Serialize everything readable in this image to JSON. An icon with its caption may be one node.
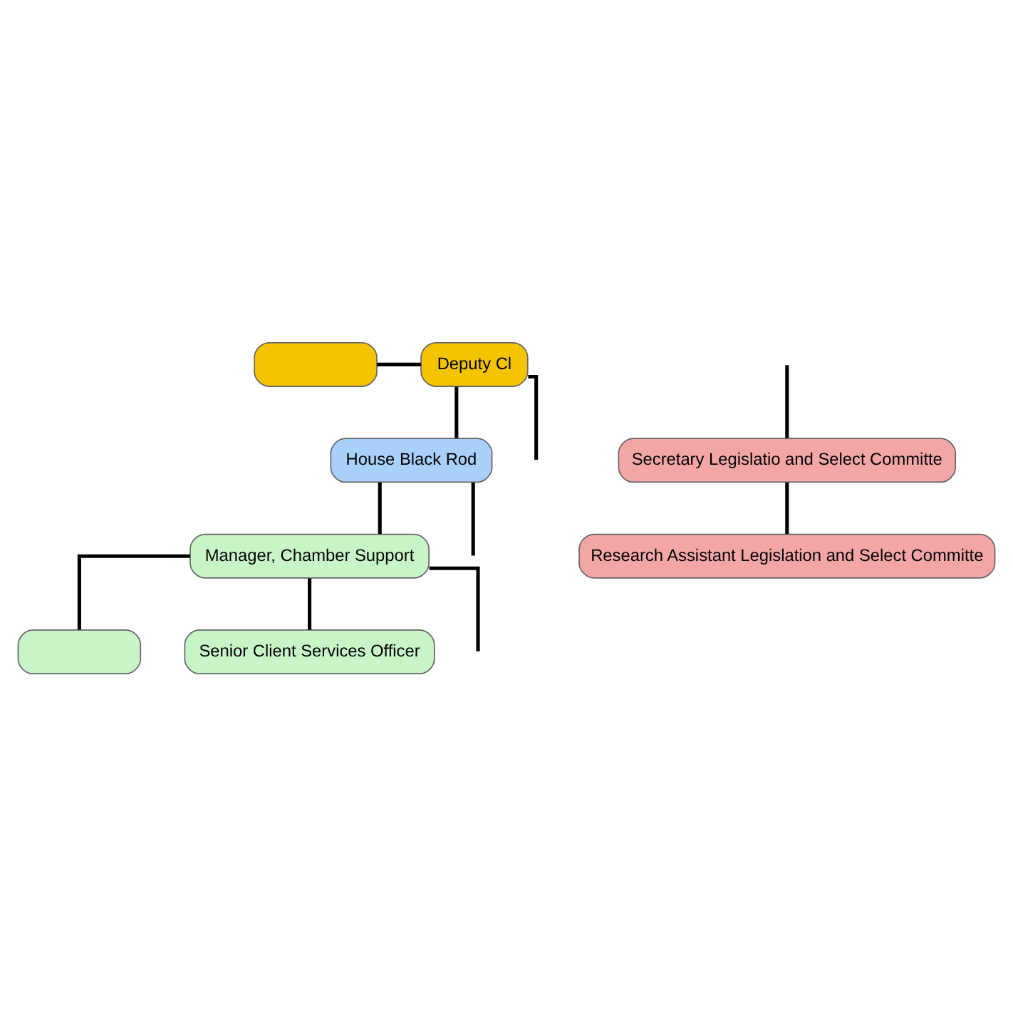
{
  "diagram": {
    "nodes": [
      {
        "text": [],
        "shape": "box"
      },
      {
        "text": [
          "Deputy Cl"
        ]
      },
      {
        "text": [
          "House Black Rod"
        ]
      },
      {
        "text": [
          "Secretary Legislatio and Select Committe"
        ]
      },
      {
        "text": [
          "Manager, Chamber Support"
        ]
      },
      {
        "text": [
          "Research Assistant Legislation and Select Committe"
        ]
      },
      {
        "text": [],
        "shape": "box"
      },
      {
        "text": [
          "Senior Client Services Officer"
        ]
      }
    ],
    "edges": [
      {
        "from": 0,
        "to": 1,
        "arrow": "none"
      },
      {
        "from": 1,
        "to": 2,
        "arrow": "none"
      },
      {
        "from": 1,
        "to": null,
        "arrow": "none"
      },
      {
        "from": null,
        "to": 3,
        "arrow": "none"
      },
      {
        "from": 2,
        "to": null,
        "arrow": "none"
      },
      {
        "from": 2,
        "to": 4,
        "arrow": "none"
      },
      {
        "from": 3,
        "to": 5,
        "arrow": "none"
      },
      {
        "from": 4,
        "to": 6,
        "arrow": "none"
      },
      {
        "from": 4,
        "to": 7,
        "arrow": "none"
      },
      {
        "from": 4,
        "to": null,
        "arrow": "none"
      }
    ]
  }
}
